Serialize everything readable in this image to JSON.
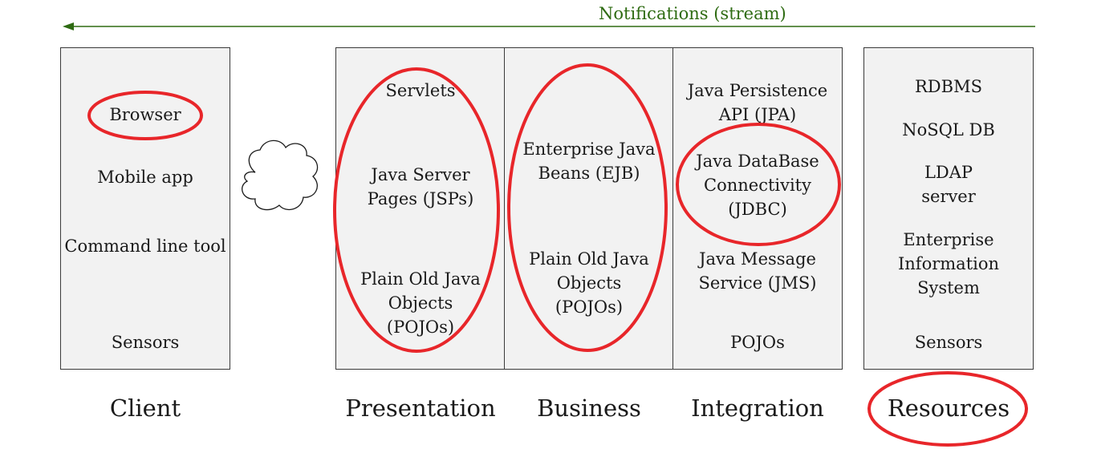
{
  "notifications": {
    "label": "Notifications (stream)",
    "color": "#2e6b12"
  },
  "highlight_color": "#e8262a",
  "tiers": [
    {
      "label": "Client",
      "items": [
        "Browser",
        "Mobile app",
        "Command line tool",
        "Sensors"
      ]
    },
    {
      "label": "Presentation",
      "items": [
        "Servlets",
        "Java Server Pages (JSPs)",
        "Plain Old Java Objects (POJOs)"
      ]
    },
    {
      "label": "Business",
      "items": [
        "Enterprise Java Beans (EJB)",
        "Plain Old Java Objects (POJOs)"
      ]
    },
    {
      "label": "Integration",
      "items": [
        "Java Persistence API (JPA)",
        "Java DataBase Connectivity (JDBC)",
        "Java Message Service (JMS)",
        "POJOs"
      ]
    },
    {
      "label": "Resources",
      "items": [
        "RDBMS",
        "NoSQL DB",
        "LDAP server",
        "Enterprise Information System",
        "Sensors"
      ]
    }
  ],
  "cloud_icon": "cloud-icon",
  "highlighted": [
    "Browser",
    "Presentation",
    "Business",
    "Java Database Connectivity (JDBC)",
    "Resources"
  ]
}
